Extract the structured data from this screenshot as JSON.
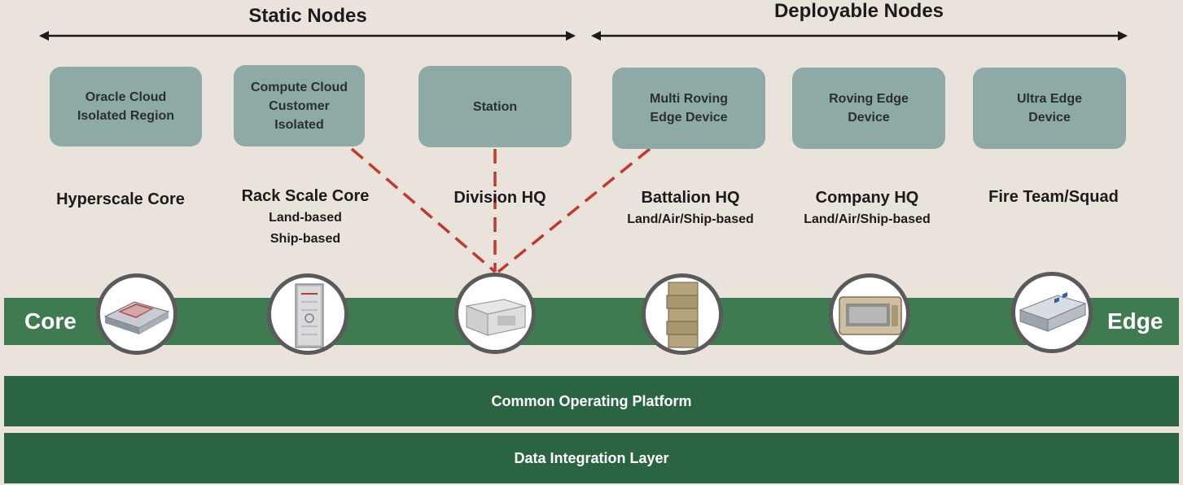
{
  "groups": {
    "static": "Static Nodes",
    "deployable": "Deployable Nodes"
  },
  "nodes": [
    {
      "label": "Oracle Cloud\nIsolated Region"
    },
    {
      "label": "Compute Cloud\nCustomer\nIsolated"
    },
    {
      "label": "Station"
    },
    {
      "label": "Multi Roving\nEdge Device"
    },
    {
      "label": "Roving Edge\nDevice"
    },
    {
      "label": "Ultra Edge\nDevice"
    }
  ],
  "tiers": [
    {
      "title": "Hyperscale Core",
      "lines": []
    },
    {
      "title": "Rack Scale Core",
      "lines": [
        "Land-based",
        "Ship-based"
      ]
    },
    {
      "title": "Division HQ",
      "lines": []
    },
    {
      "title": "Battalion HQ",
      "lines": [
        "Land/Air/Ship-based"
      ]
    },
    {
      "title": "Company HQ",
      "lines": [
        "Land/Air/Ship-based"
      ]
    },
    {
      "title": "Fire Team/Squad",
      "lines": []
    }
  ],
  "band": {
    "left": "Core",
    "right": "Edge"
  },
  "layers": {
    "platform": "Common Operating Platform",
    "integration": "Data Integration Layer"
  },
  "devices": [
    {
      "icon": "server-chassis-icon"
    },
    {
      "icon": "rack-cabinet-icon"
    },
    {
      "icon": "rugged-case-icon"
    },
    {
      "icon": "stacked-cases-icon"
    },
    {
      "icon": "roving-edge-case-icon"
    },
    {
      "icon": "compact-server-icon"
    }
  ],
  "colors": {
    "background": "#e9e3dc",
    "node_box": "#8eaaa7",
    "band": "#3f7a50",
    "layer": "#2b6442",
    "connector": "#c2392b"
  }
}
